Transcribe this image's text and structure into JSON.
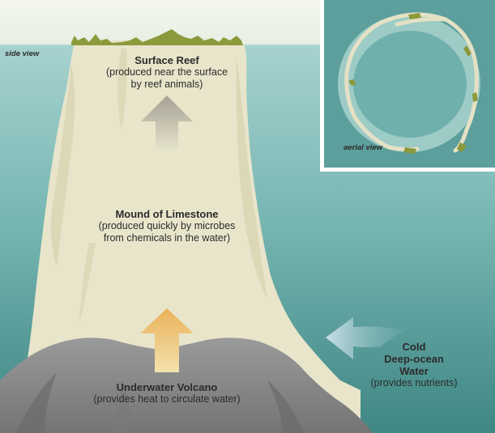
{
  "labels": {
    "side_view": "side view",
    "aerial_view": "aerial view",
    "surface_reef": {
      "title": "Surface Reef",
      "line1": "(produced near the surface",
      "line2": "by reef animals)"
    },
    "limestone": {
      "title": "Mound of Limestone",
      "line1": "(produced quickly by microbes",
      "line2": "from chemicals in the water)"
    },
    "volcano": {
      "title": "Underwater Volcano",
      "line1": "(provides heat to circulate water)"
    },
    "cold_water": {
      "title1": "Cold",
      "title2": "Deep-ocean",
      "title3": "Water",
      "line1": "(provides nutrients)"
    }
  },
  "colors": {
    "sky": "#eef3ea",
    "ocean_top": "#a9d4d1",
    "ocean_bottom": "#3f8784",
    "limestone": "#e9e6cc",
    "limestone_shadow": "#d6d2b0",
    "reef_green": "#8c9a3c",
    "volcano": "#8f8f8f",
    "volcano_dark": "#6e6e6e",
    "arrow_up_gray": "#a9a497",
    "arrow_up_orange": "#e9b55f",
    "arrow_water": "#b9d4e0"
  }
}
